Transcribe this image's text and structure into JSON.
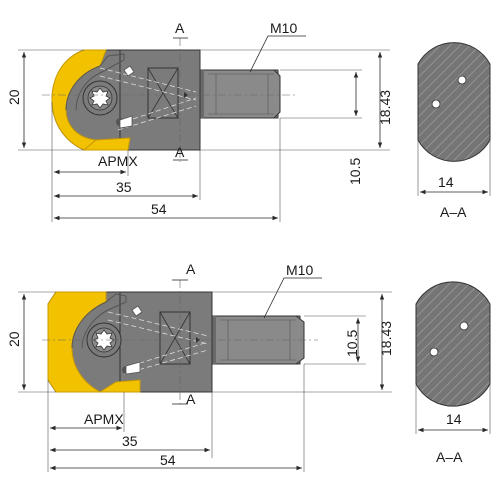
{
  "colors": {
    "body": "#7b7b7b",
    "body_dark": "#6a6a6a",
    "shank": "#8a8a8a",
    "insert": "#f2c200",
    "insert_edge": "#c89a00",
    "section_fill": "#757575",
    "hatch": "#9a9a9a"
  },
  "icons": [
    "torx-screw-icon"
  ],
  "top": {
    "section_label_top": "A",
    "section_label_bottom": "A",
    "thread": "M10",
    "dim_height": "20",
    "dim_apmx": "APMX",
    "dim_35": "35",
    "dim_54": "54",
    "dim_shank": "10.5",
    "dim_body": "18.43",
    "section_width": "14",
    "section_name": "A–A"
  },
  "bottom": {
    "section_label_top": "A",
    "section_label_bottom": "A",
    "thread": "M10",
    "dim_height": "20",
    "dim_apmx": "APMX",
    "dim_35": "35",
    "dim_54": "54",
    "dim_shank": "10.5",
    "dim_body": "18.43",
    "section_width": "14",
    "section_name": "A–A"
  }
}
